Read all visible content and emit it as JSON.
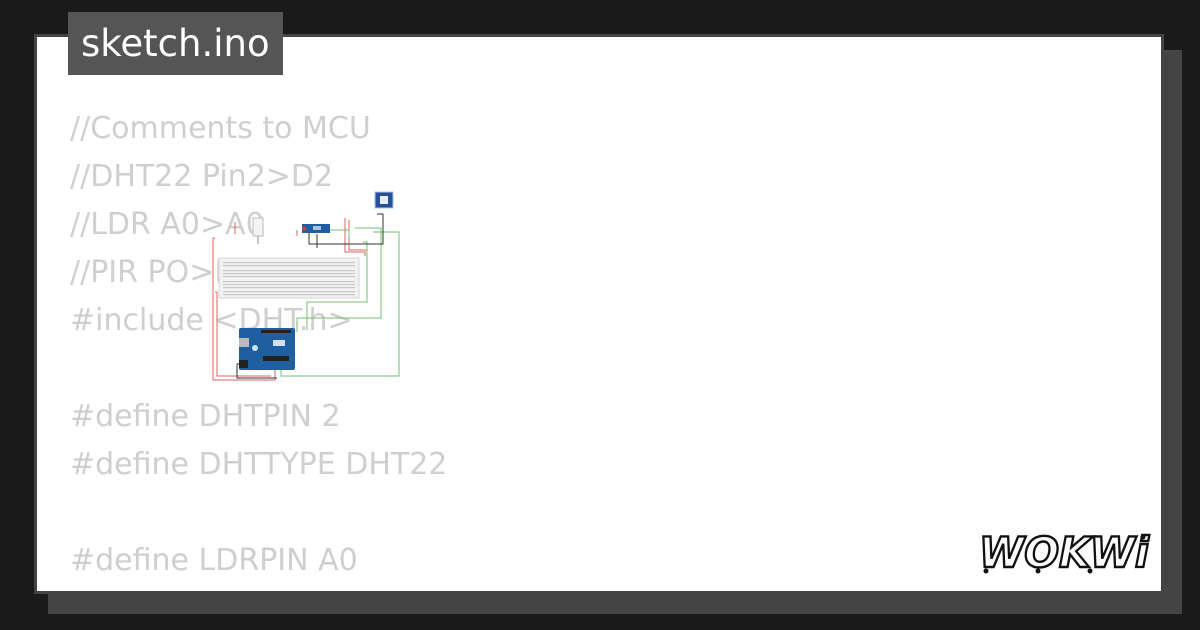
{
  "tab": {
    "filename": "sketch.ino"
  },
  "code_lines": [
    "//Comments to MCU",
    "//DHT22 Pin2>D2",
    "//LDR A0>A0",
    "//PIR PO>P3",
    "#include <DHT.h>",
    "",
    "#define DHTPIN 2",
    "#define DHTTYPE DHT22",
    "",
    "#define LDRPIN A0"
  ],
  "logo": {
    "text": "WOKWi"
  },
  "colors": {
    "background": "#1a1a1a",
    "card": "#ffffff",
    "border": "#444444",
    "tab": "#555555",
    "code_text": "#cfcfcf",
    "wire_red": "#e06060",
    "wire_green": "#60b060",
    "arduino_blue": "#1f5fa0"
  }
}
